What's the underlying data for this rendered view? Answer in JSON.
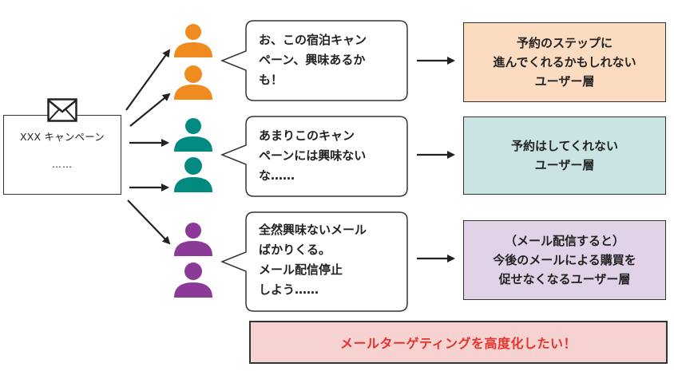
{
  "mail": {
    "title": "XXX キャンペーン",
    "body": "……"
  },
  "colors": {
    "orange": "#ef8b1f",
    "teal": "#008a80",
    "purple": "#8b3b97",
    "result_orange": "#fbdcc0",
    "result_teal": "#c9e4e3",
    "result_purple": "#e1d2e8",
    "banner_bg": "#f6d2d0",
    "banner_text": "#e5322d"
  },
  "rows": [
    {
      "person": "orange",
      "thought": "お、この宿泊キャン\nペーン、興味あるか\nも！",
      "result": "予約のステップに\n進んでくれるかもしれない\nユーザー層"
    },
    {
      "person": "teal",
      "thought": "あまりこのキャン\nペーンには興味ない\nな……",
      "result": "予約はしてくれない\nユーザー層"
    },
    {
      "person": "purple",
      "thought": "全然興味ないメール\nばかりくる。\nメール配信停止\nしよう……",
      "result": "（メール配信すると）\n今後のメールによる購買を\n促せなくなるユーザー層"
    }
  ],
  "banner": "メールターゲティングを高度化したい！"
}
